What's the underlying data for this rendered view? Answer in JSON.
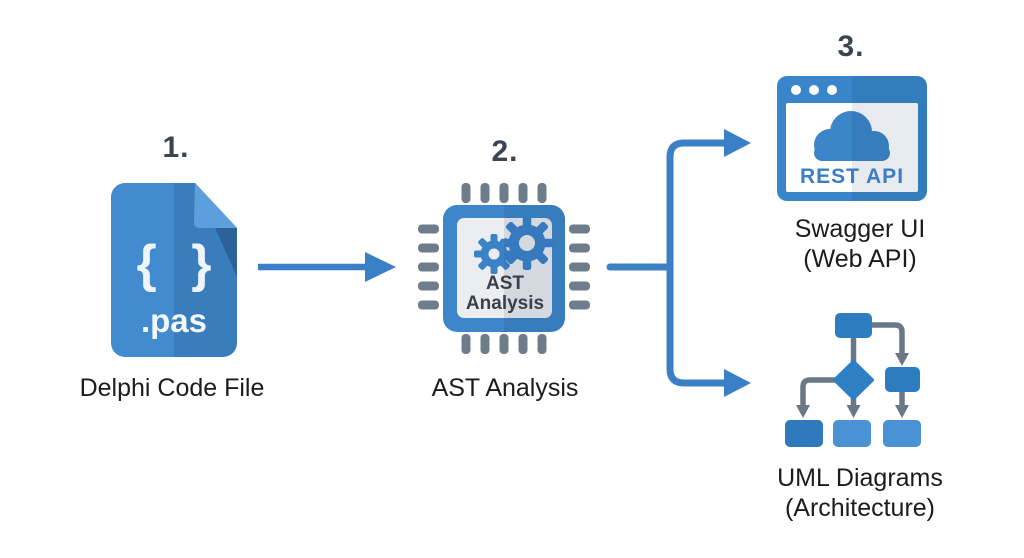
{
  "diagram": {
    "title_hint": "Delphi code to API and UML pipeline",
    "steps": {
      "step1": {
        "number": "1.",
        "icon": "pas-file-icon",
        "braces": "{ }",
        "extension": ".pas",
        "label": "Delphi Code File"
      },
      "step2": {
        "number": "2.",
        "icon": "chip-icon",
        "chip_text_line1": "AST",
        "chip_text_line2": "Analysis",
        "label": "AST Analysis"
      },
      "step3": {
        "number": "3.",
        "outputs": {
          "api": {
            "icon": "browser-cloud-icon",
            "badge": "REST API",
            "label_line1": "Swagger UI",
            "label_line2": "(Web API)"
          },
          "uml": {
            "icon": "uml-flowchart-icon",
            "label_line1": "UML Diagrams",
            "label_line2": "(Architecture)"
          }
        }
      }
    },
    "connectors": {
      "arrow1": "file-to-chip-arrow",
      "branch": "chip-to-outputs-branch-arrows"
    },
    "colors": {
      "background": "#ffffff",
      "arrow_blue": "#3b80c6",
      "icon_blue": "#3d86ca",
      "icon_blue_dark": "#2e7abc",
      "icon_blue_light": "#4b92d4",
      "fold_flap_blue": "#5d9fdc",
      "chip_pin_gray": "#6e7c8b",
      "chip_panel_gray": "#ebedf0",
      "uml_connector_gray": "#697886",
      "number_text": "#3d4450",
      "label_text": "#1c1c1e",
      "chip_label_dark": "#394049",
      "rest_api_text": "#3a7ec4",
      "icon_text_white": "#f2f7fc"
    }
  }
}
